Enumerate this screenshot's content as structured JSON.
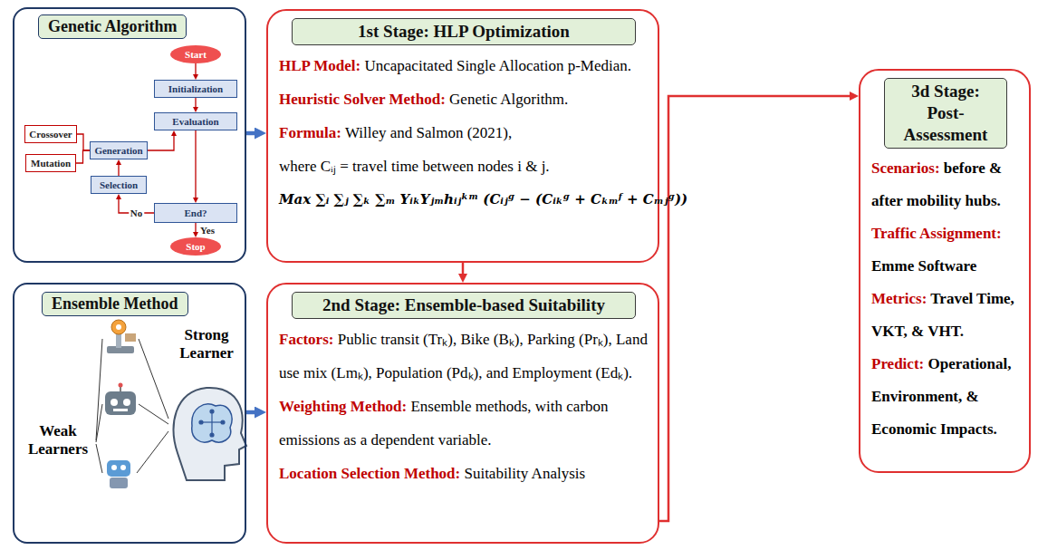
{
  "diagram": {
    "nodes": [
      {
        "text": [
          "Genetic Algorithm"
        ]
      },
      {
        "text": [
          "Start"
        ],
        "in": 0
      },
      {
        "text": [
          "Initialization"
        ],
        "in": 0
      },
      {
        "text": [
          "Evaluation"
        ],
        "in": 0
      },
      {
        "text": [
          "Crossover"
        ],
        "in": 0
      },
      {
        "text": [
          "Generation"
        ],
        "in": 0
      },
      {
        "text": [
          "Mutation"
        ],
        "in": 0
      },
      {
        "text": [
          "Selection"
        ],
        "in": 0
      },
      {
        "text": [
          "End?"
        ],
        "in": 0
      },
      {
        "text": [
          "Stop"
        ],
        "in": 0
      },
      {
        "text": [
          "1st Stage: HLP Optimization",
          "HLP Model: Uncapacitated Single Allocation p-Median.",
          "Heuristic Solver Method: Genetic Algorithm.",
          "Formula: Willey and Salmon (2021),",
          "where Cᵢⱼ = travel time between nodes i & j.",
          "Max ∑ᵢ ∑ⱼ ∑ₖ ∑ₘ YᵢₖYⱼₘhᵢⱼᵏᵐ (Cᵢⱼᵍ − (Cᵢₖᵍ + Cₖₘᶠ + Cₘⱼᵍ))"
        ]
      },
      {
        "text": [
          "Ensemble Method"
        ]
      },
      {
        "text": [
          "2nd Stage: Ensemble-based Suitability",
          "Factors: Public transit (Trₖ), Bike (Bₖ), Parking (Prₖ), Land use mix (Lmₖ), Population (Pdₖ), and Employment (Edₖ).",
          "Weighting Method: Ensemble methods, with carbon emissions as a dependent variable.",
          "Location Selection Method: Suitability Analysis"
        ]
      },
      {
        "text": [
          "3d Stage: Post-Assessment",
          "Scenarios: before & after mobility hubs.",
          "Traffic Assignment: Emme Software",
          "Metrics: Travel Time, VKT, & VHT.",
          "Predict: Operational, Environment, & Economic Impacts."
        ]
      }
    ],
    "edges": [
      {
        "from": 1,
        "to": 2,
        "arrow": "to"
      },
      {
        "from": 2,
        "to": 3,
        "arrow": "to"
      },
      {
        "from": 3,
        "to": 8,
        "arrow": "to"
      },
      {
        "from": 8,
        "to": 9,
        "label": "Yes",
        "arrow": "to"
      },
      {
        "from": 8,
        "to": 7,
        "label": "No",
        "arrow": "to"
      },
      {
        "from": 7,
        "to": 5,
        "arrow": "to"
      },
      {
        "from": 5,
        "to": 3,
        "arrow": "to"
      },
      {
        "from": 4,
        "to": 5,
        "arrow": "none"
      },
      {
        "from": 6,
        "to": 5,
        "arrow": "none"
      },
      {
        "from": 0,
        "to": 10,
        "arrow": "to"
      },
      {
        "from": 10,
        "to": 12,
        "arrow": "to"
      },
      {
        "from": 11,
        "to": 12,
        "arrow": "to"
      },
      {
        "from": 12,
        "to": 13,
        "arrow": "to"
      }
    ],
    "labels": [
      "Weak Learners",
      "Strong Learner"
    ]
  }
}
